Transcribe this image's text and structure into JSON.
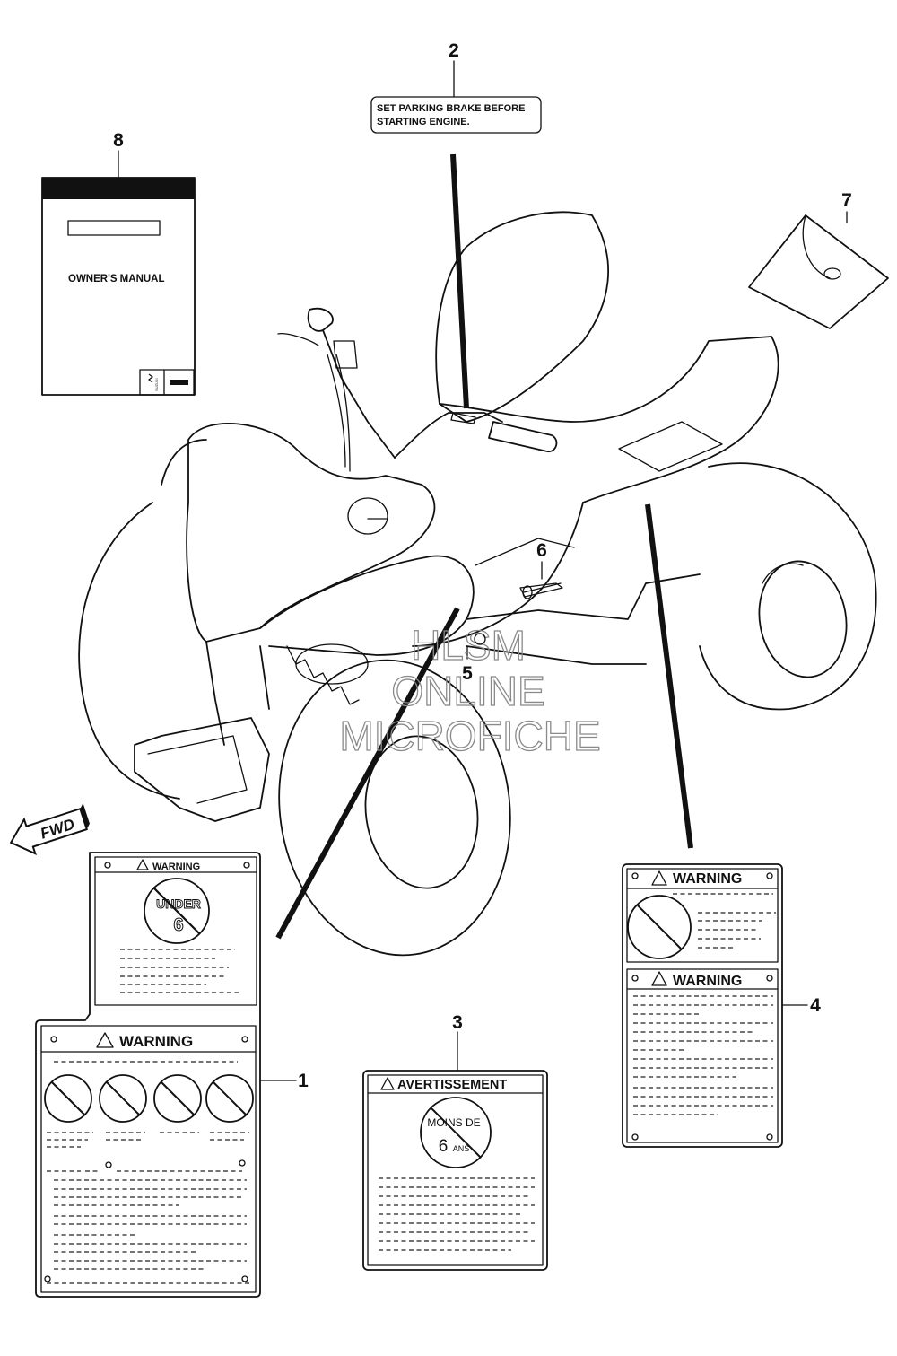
{
  "callouts": {
    "c1": "1",
    "c2": "2",
    "c3": "3",
    "c4": "4",
    "c5": "5",
    "c6": "6",
    "c7": "7",
    "c8": "8"
  },
  "label2": {
    "line1": "SET PARKING BRAKE BEFORE",
    "line2": "STARTING ENGINE."
  },
  "manual": {
    "title": "OWNER'S MANUAL",
    "brand": "SUZUKI"
  },
  "label1": {
    "top_warning": "WARNING",
    "under_text": "UNDER",
    "under_num": "6",
    "main_warning": "WARNING"
  },
  "label3": {
    "warning": "AVERTISSEMENT",
    "moins": "MOINS DE",
    "num": "6",
    "ans": "ANS"
  },
  "label4": {
    "warning_top": "WARNING",
    "warning_bottom": "WARNING"
  },
  "fwd": "FWD",
  "watermark": {
    "line1": "HLSM",
    "line2": "ONLINE",
    "line3": "MICROFICHE"
  },
  "colors": {
    "ink": "#111111",
    "watermark": "#8a8a8a",
    "paper": "#ffffff"
  }
}
